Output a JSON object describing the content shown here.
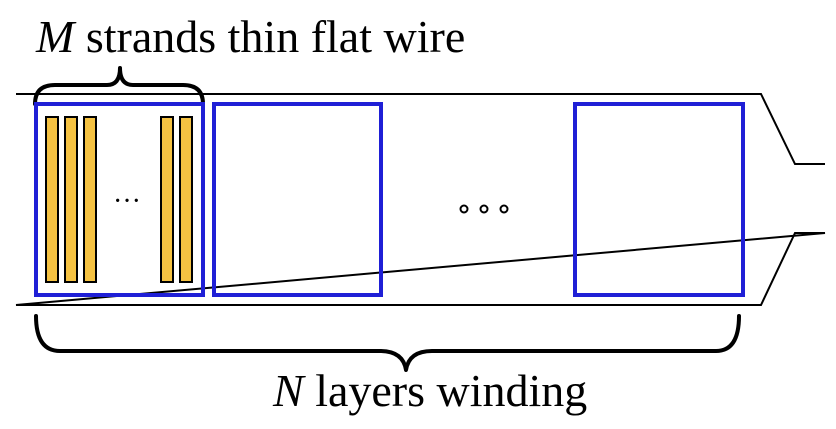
{
  "top_label": {
    "variable": "M",
    "text": " strands thin flat wire"
  },
  "bottom_label": {
    "variable": "N",
    "text": " layers winding"
  },
  "strand_ellipsis": "···",
  "layer_ellipsis": "◦◦◦",
  "colors": {
    "layer_border": "#1f1fd6",
    "strand_fill": "#f5c242",
    "strand_stroke": "#000000",
    "outline": "#000000"
  }
}
